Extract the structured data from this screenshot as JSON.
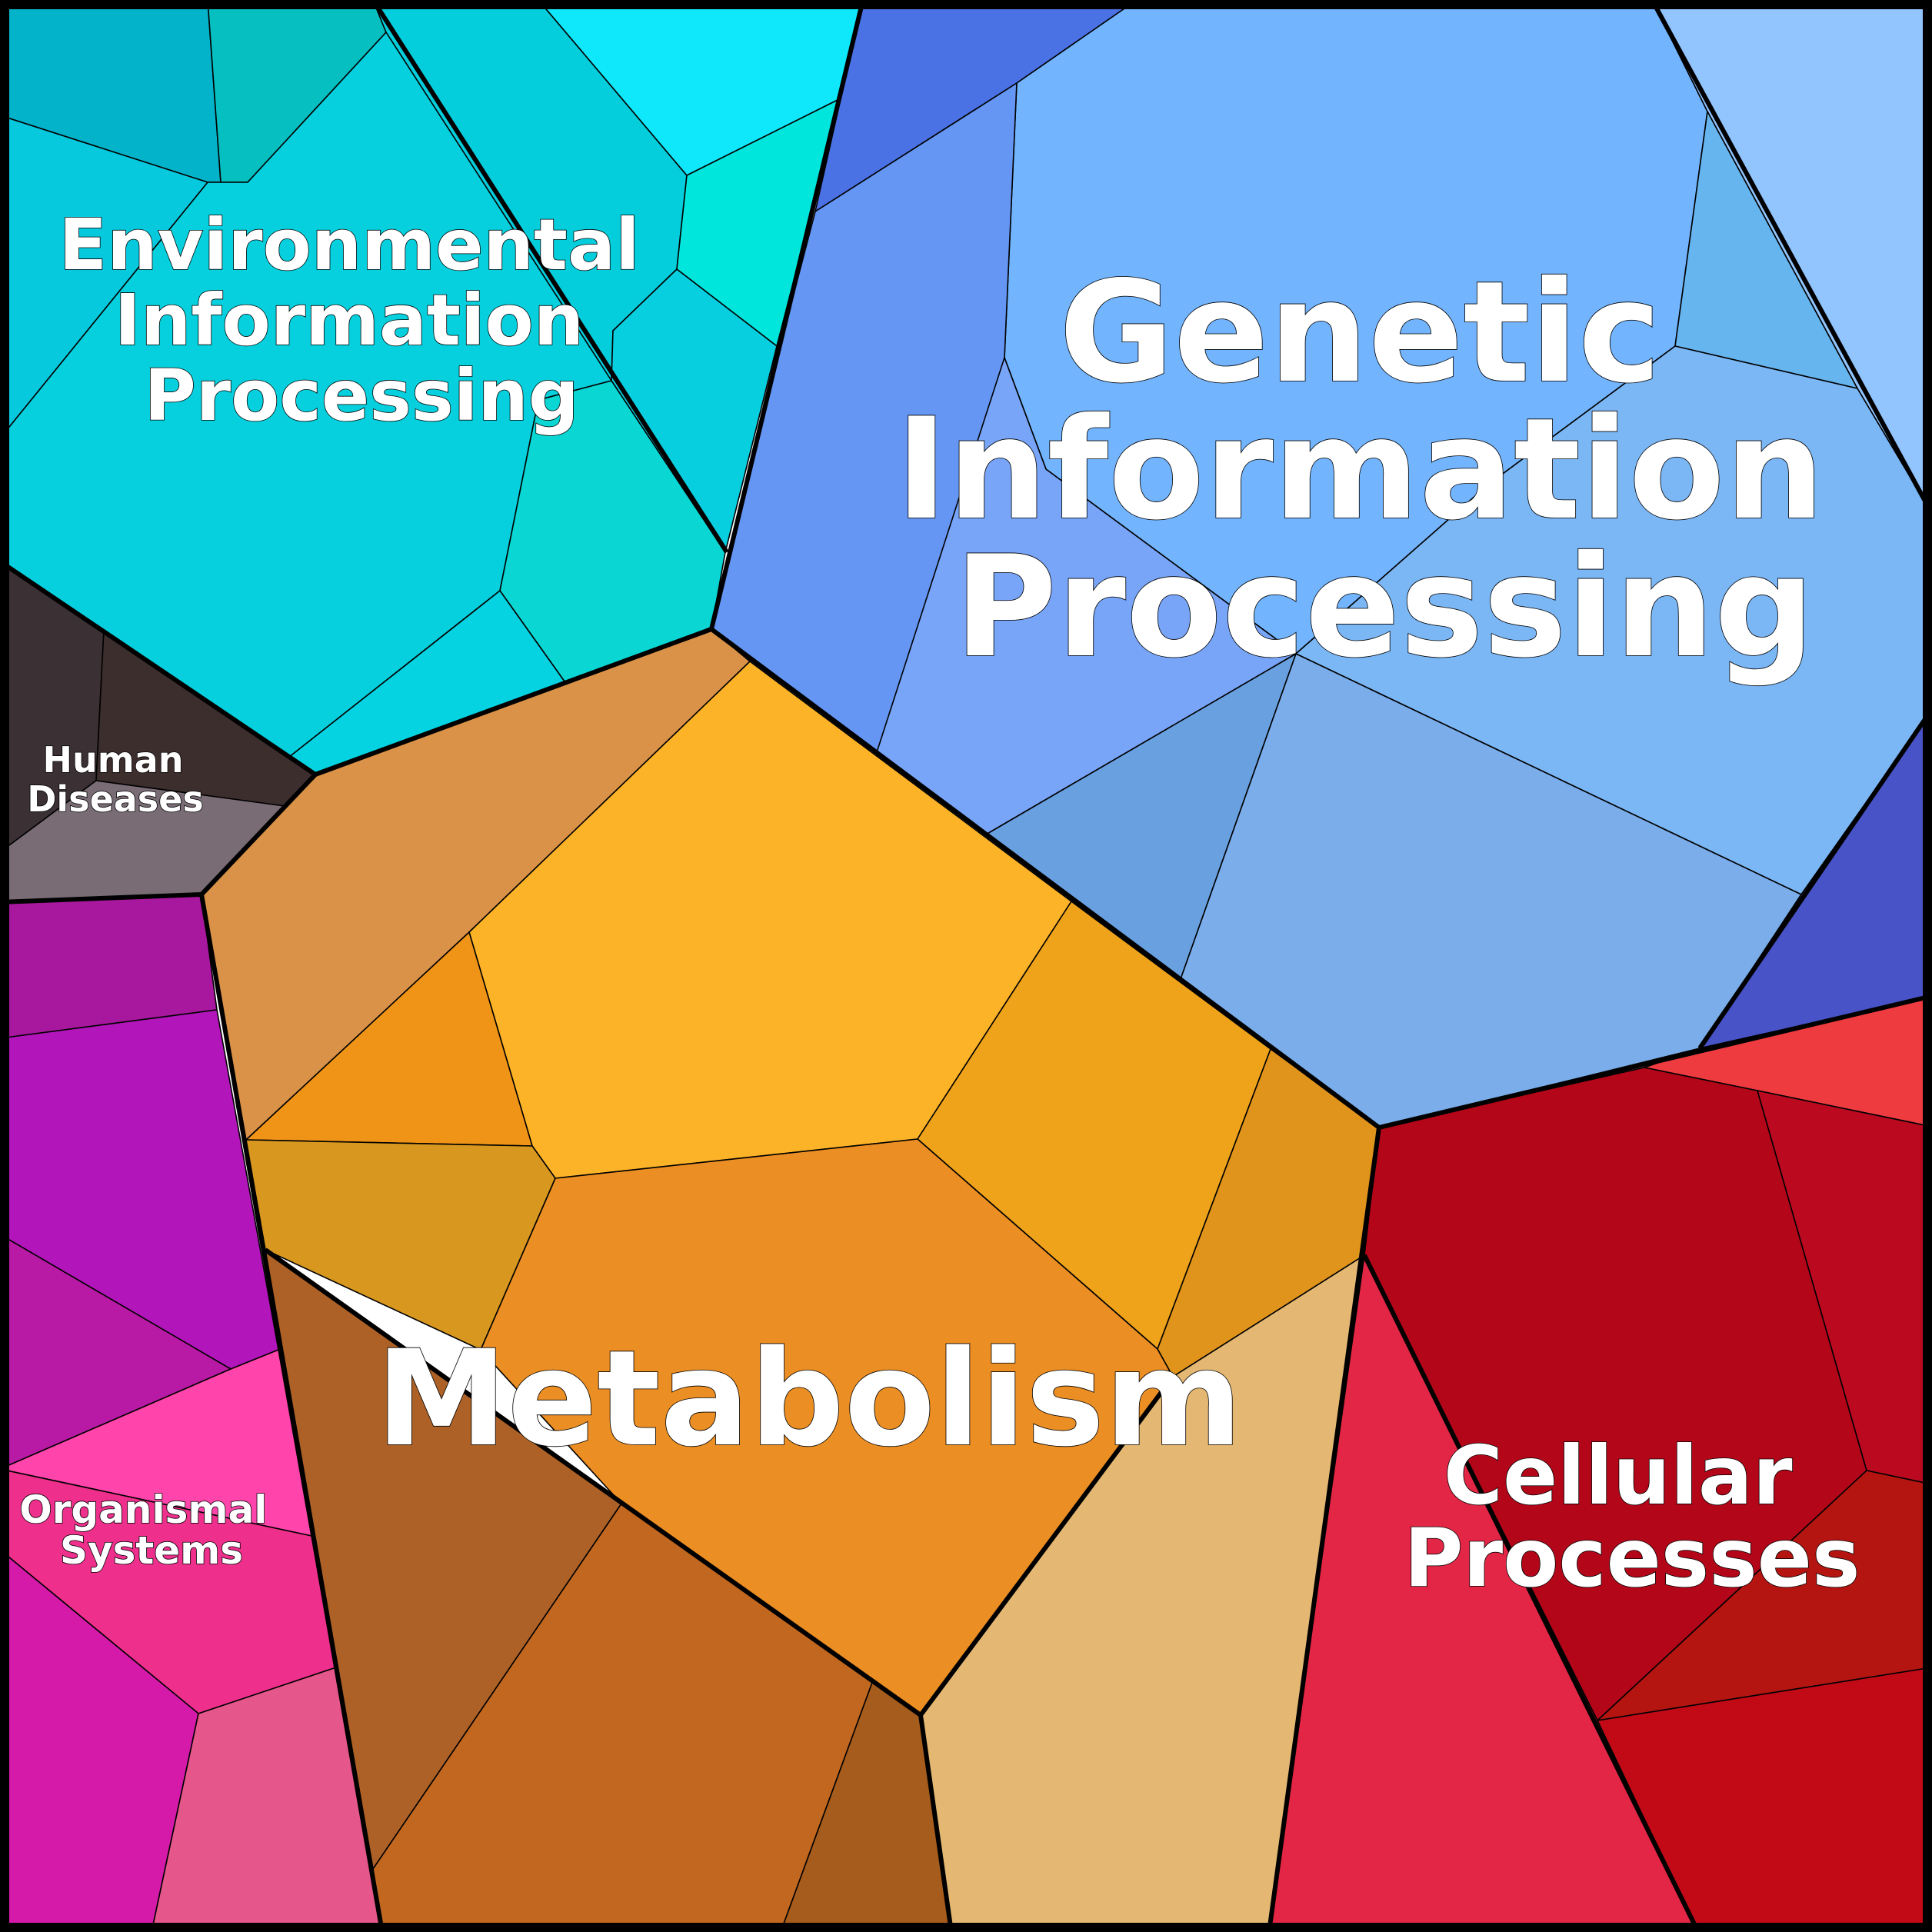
{
  "labels": {
    "environmental": [
      "Environmental",
      "Information",
      "Processing"
    ],
    "genetic": [
      "Genetic",
      "Information",
      "Processing"
    ],
    "human_diseases": [
      "Human",
      "Diseases"
    ],
    "metabolism": [
      "Metabolism"
    ],
    "organismal": [
      "Organismal",
      "Systems"
    ],
    "cellular": [
      "Cellular",
      "Processes"
    ]
  },
  "colors": {
    "environmental": [
      "#03b3c9",
      "#05bfc0",
      "#04cddc",
      "#0fe8fb",
      "#00e6dc",
      "#07c9de",
      "#06d0dd",
      "#08cfe0",
      "#0ad6d4",
      "#06d3e1"
    ],
    "genetic": [
      "#4a72e4",
      "#72b4fe",
      "#92c4fe",
      "#67b5ef",
      "#6596f3",
      "#78a5f8",
      "#69a0e0",
      "#7bb6f5",
      "#7aadea",
      "#4753c6"
    ],
    "human_diseases": [
      "#3b3033",
      "#3d2e2e",
      "#796c75"
    ],
    "metabolism": [
      "#d99247",
      "#fdb328",
      "#ef9417",
      "#eea31a",
      "#d8981f",
      "#e0941c",
      "#eb8e23",
      "#ad6126",
      "#c2671f",
      "#a65c1c",
      "#e4b872"
    ],
    "organismal": [
      "#a8189e",
      "#b215ba",
      "#b91aa5",
      "#ff45ab",
      "#ee2f8c",
      "#d51aaa",
      "#e5578a"
    ],
    "cellular": [
      "#ee3b3f",
      "#b40619",
      "#bb0a20",
      "#b41511",
      "#e32645",
      "#c20a16"
    ]
  }
}
